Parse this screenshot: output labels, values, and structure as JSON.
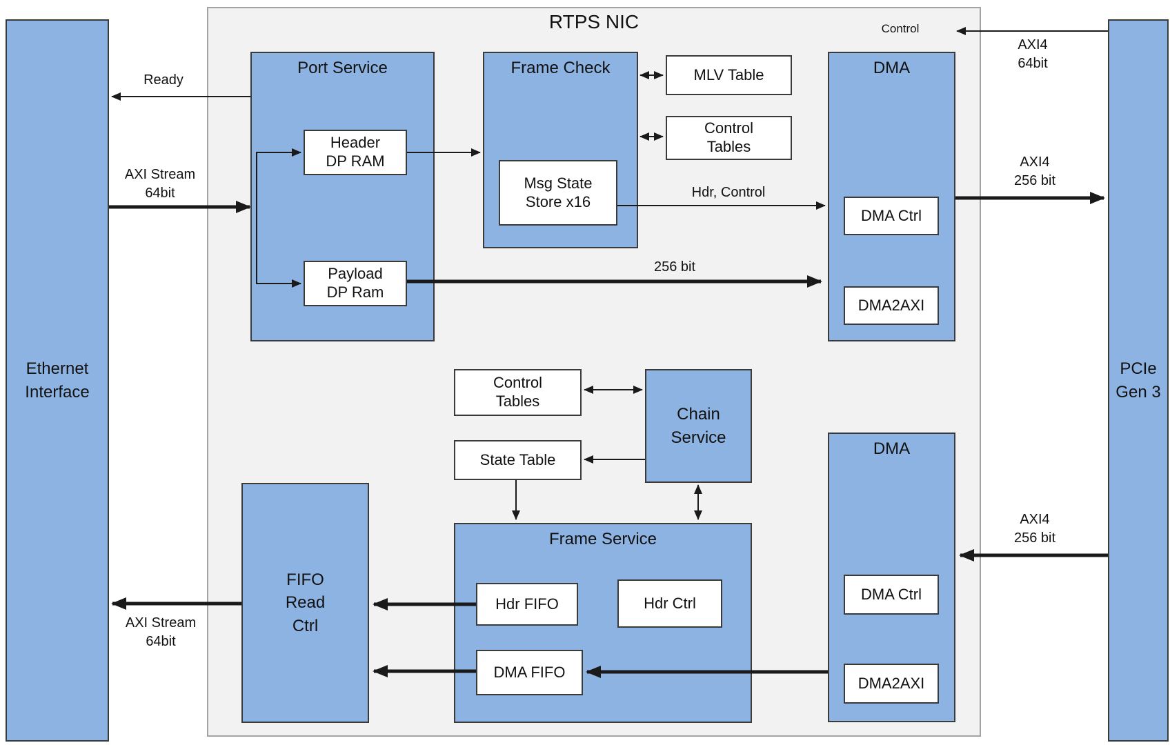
{
  "title": "RTPS NIC",
  "colors": {
    "block": "#8db3e2",
    "container": "#f2f2f2"
  },
  "blocks": {
    "ethernet": "Ethernet\nInterface",
    "pcie": "PCIe\nGen 3",
    "port_service": {
      "title": "Port Service",
      "header_dp_ram": "Header\nDP RAM",
      "payload_dp_ram": "Payload\nDP Ram"
    },
    "frame_check": {
      "title": "Frame Check",
      "msg_state_store": "Msg State\nStore x16"
    },
    "mlv_table": "MLV Table",
    "control_tables_top": "Control\nTables",
    "dma_top": {
      "title": "DMA",
      "dma_ctrl": "DMA Ctrl",
      "dma2axi": "DMA2AXI"
    },
    "control_tables_mid": "Control\nTables",
    "state_table": "State Table",
    "chain_service": "Chain\nService",
    "fifo_read_ctrl": "FIFO\nRead\nCtrl",
    "frame_service": {
      "title": "Frame Service",
      "hdr_fifo": "Hdr FIFO",
      "hdr_ctrl": "Hdr Ctrl",
      "dma_fifo": "DMA FIFO"
    },
    "dma_bottom": {
      "title": "DMA",
      "dma_ctrl": "DMA Ctrl",
      "dma2axi": "DMA2AXI"
    }
  },
  "wire_labels": {
    "ready": "Ready",
    "axi_stream_in": "AXI Stream\n64bit",
    "control": "Control",
    "axi4_64bit": "AXI4\n64bit",
    "hdr_control": "Hdr, Control",
    "bit_256": "256 bit",
    "axi4_256bit_top": "AXI4\n256 bit",
    "axi4_256bit_bottom": "AXI4\n256 bit",
    "axi_stream_out": "AXI Stream\n64bit"
  }
}
